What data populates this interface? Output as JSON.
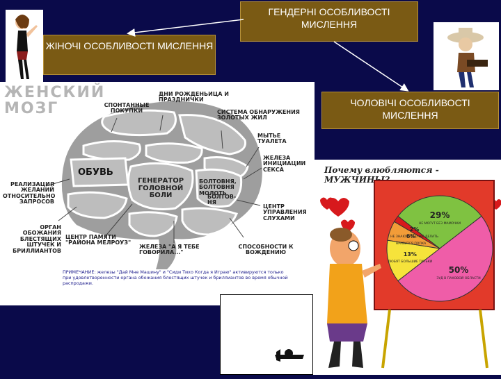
{
  "titles": {
    "gender": "ГЕНДЕРНІ ОСОБЛИВОСТІ МИСЛЕННЯ",
    "female": "ЖІНОЧІ ОСОБЛИВОСТІ МИСЛЕННЯ",
    "male": "ЧОЛОВІЧІ ОСОБЛИВОСТІ МИСЛЕННЯ"
  },
  "female_brain": {
    "heading_line1": "ЖЕНСКИЙ",
    "heading_line2": "МОЗГ",
    "labels": {
      "spontaneous": "СПОНТАННЫЕ ПОКУПКИ",
      "birthdays": "ДНИ РОЖДЕНЬИЦА И ПРАЗДНИЧКИ",
      "gold": "СИСТЕМА ОБНАРУЖЕНИЯ ЗОЛОТЫХ ЖИЛ",
      "toilet": "МЫТЬЕ ТУАЛЕТА",
      "sex": "ЖЕЛЕЗА ИНИЦИАЦИИ СЕКСА",
      "shoes": "ОБУВЬ",
      "headache": "ГЕНЕРАТОР ГОЛОВНОЙ БОЛИ",
      "talk": "БОЛТОВНЯ, БОЛТОВНЯ МОЛОТЬ",
      "talk2": "БОЛТОВ-НЯ",
      "realization": "РЕАЛИЗАЦИЯ ЖЕЛАНИЙ ОТНОСИТЕЛЬНО ЗАПРОСОВ",
      "hearing": "ЦЕНТР УПРАВЛЕНИЯ СЛУХАМИ",
      "organ": "ОРГАН ОБОЖАНИЯ БЛЕСТЯЩИХ ШТУЧЕК И БРИЛЛИАНТОВ",
      "memory": "ЦЕНТР ПАМЯТИ \"РАЙОНА МЕЛРОУЗ\"",
      "gland": "ЖЕЛЕЗА \"А Я ТЕБЕ ГОВОРИЛА...\"",
      "driving": "СПОСОБНОСТИ К ВОЖДЕНИЮ"
    },
    "note": "ПРИМЕЧАНИЕ: железы \"Дай Мне Машину\" и \"Сиди Тихо Когда я Играю\" активируются только при удовлетворенности органа обожания блестящих штучек и бриллиантов во время обычной распродажи."
  },
  "male_chart": {
    "banner": "Почему влюбляются - МУЖЧИНЫ?..",
    "colors": {
      "red": "#d7191c",
      "pink": "#ef5da8",
      "green": "#7fc241",
      "yellow": "#f6e33b",
      "orange": "#f29c38"
    }
  },
  "chart_data": {
    "type": "pie",
    "categories": [
      "НЕ МОГУТ БЕЗ МАМОЧКИ",
      "ЗУД В ПАХОВОЙ ОБЛАСТИ",
      "ЛЮБЯТ БОЛЬШИЕ ТИТЬКИ",
      "НРАВИТСЯ ПОПКА",
      "НЕ ЗНАЮТ ЧЕГО ЖЕ ДЕЛАТЬ"
    ],
    "values": [
      29,
      50,
      13,
      6,
      2
    ],
    "labels": [
      "29%",
      "50%",
      "13%",
      "6%",
      "2%"
    ],
    "title": "Почему влюбляются - МУЖЧИНЫ?.."
  }
}
